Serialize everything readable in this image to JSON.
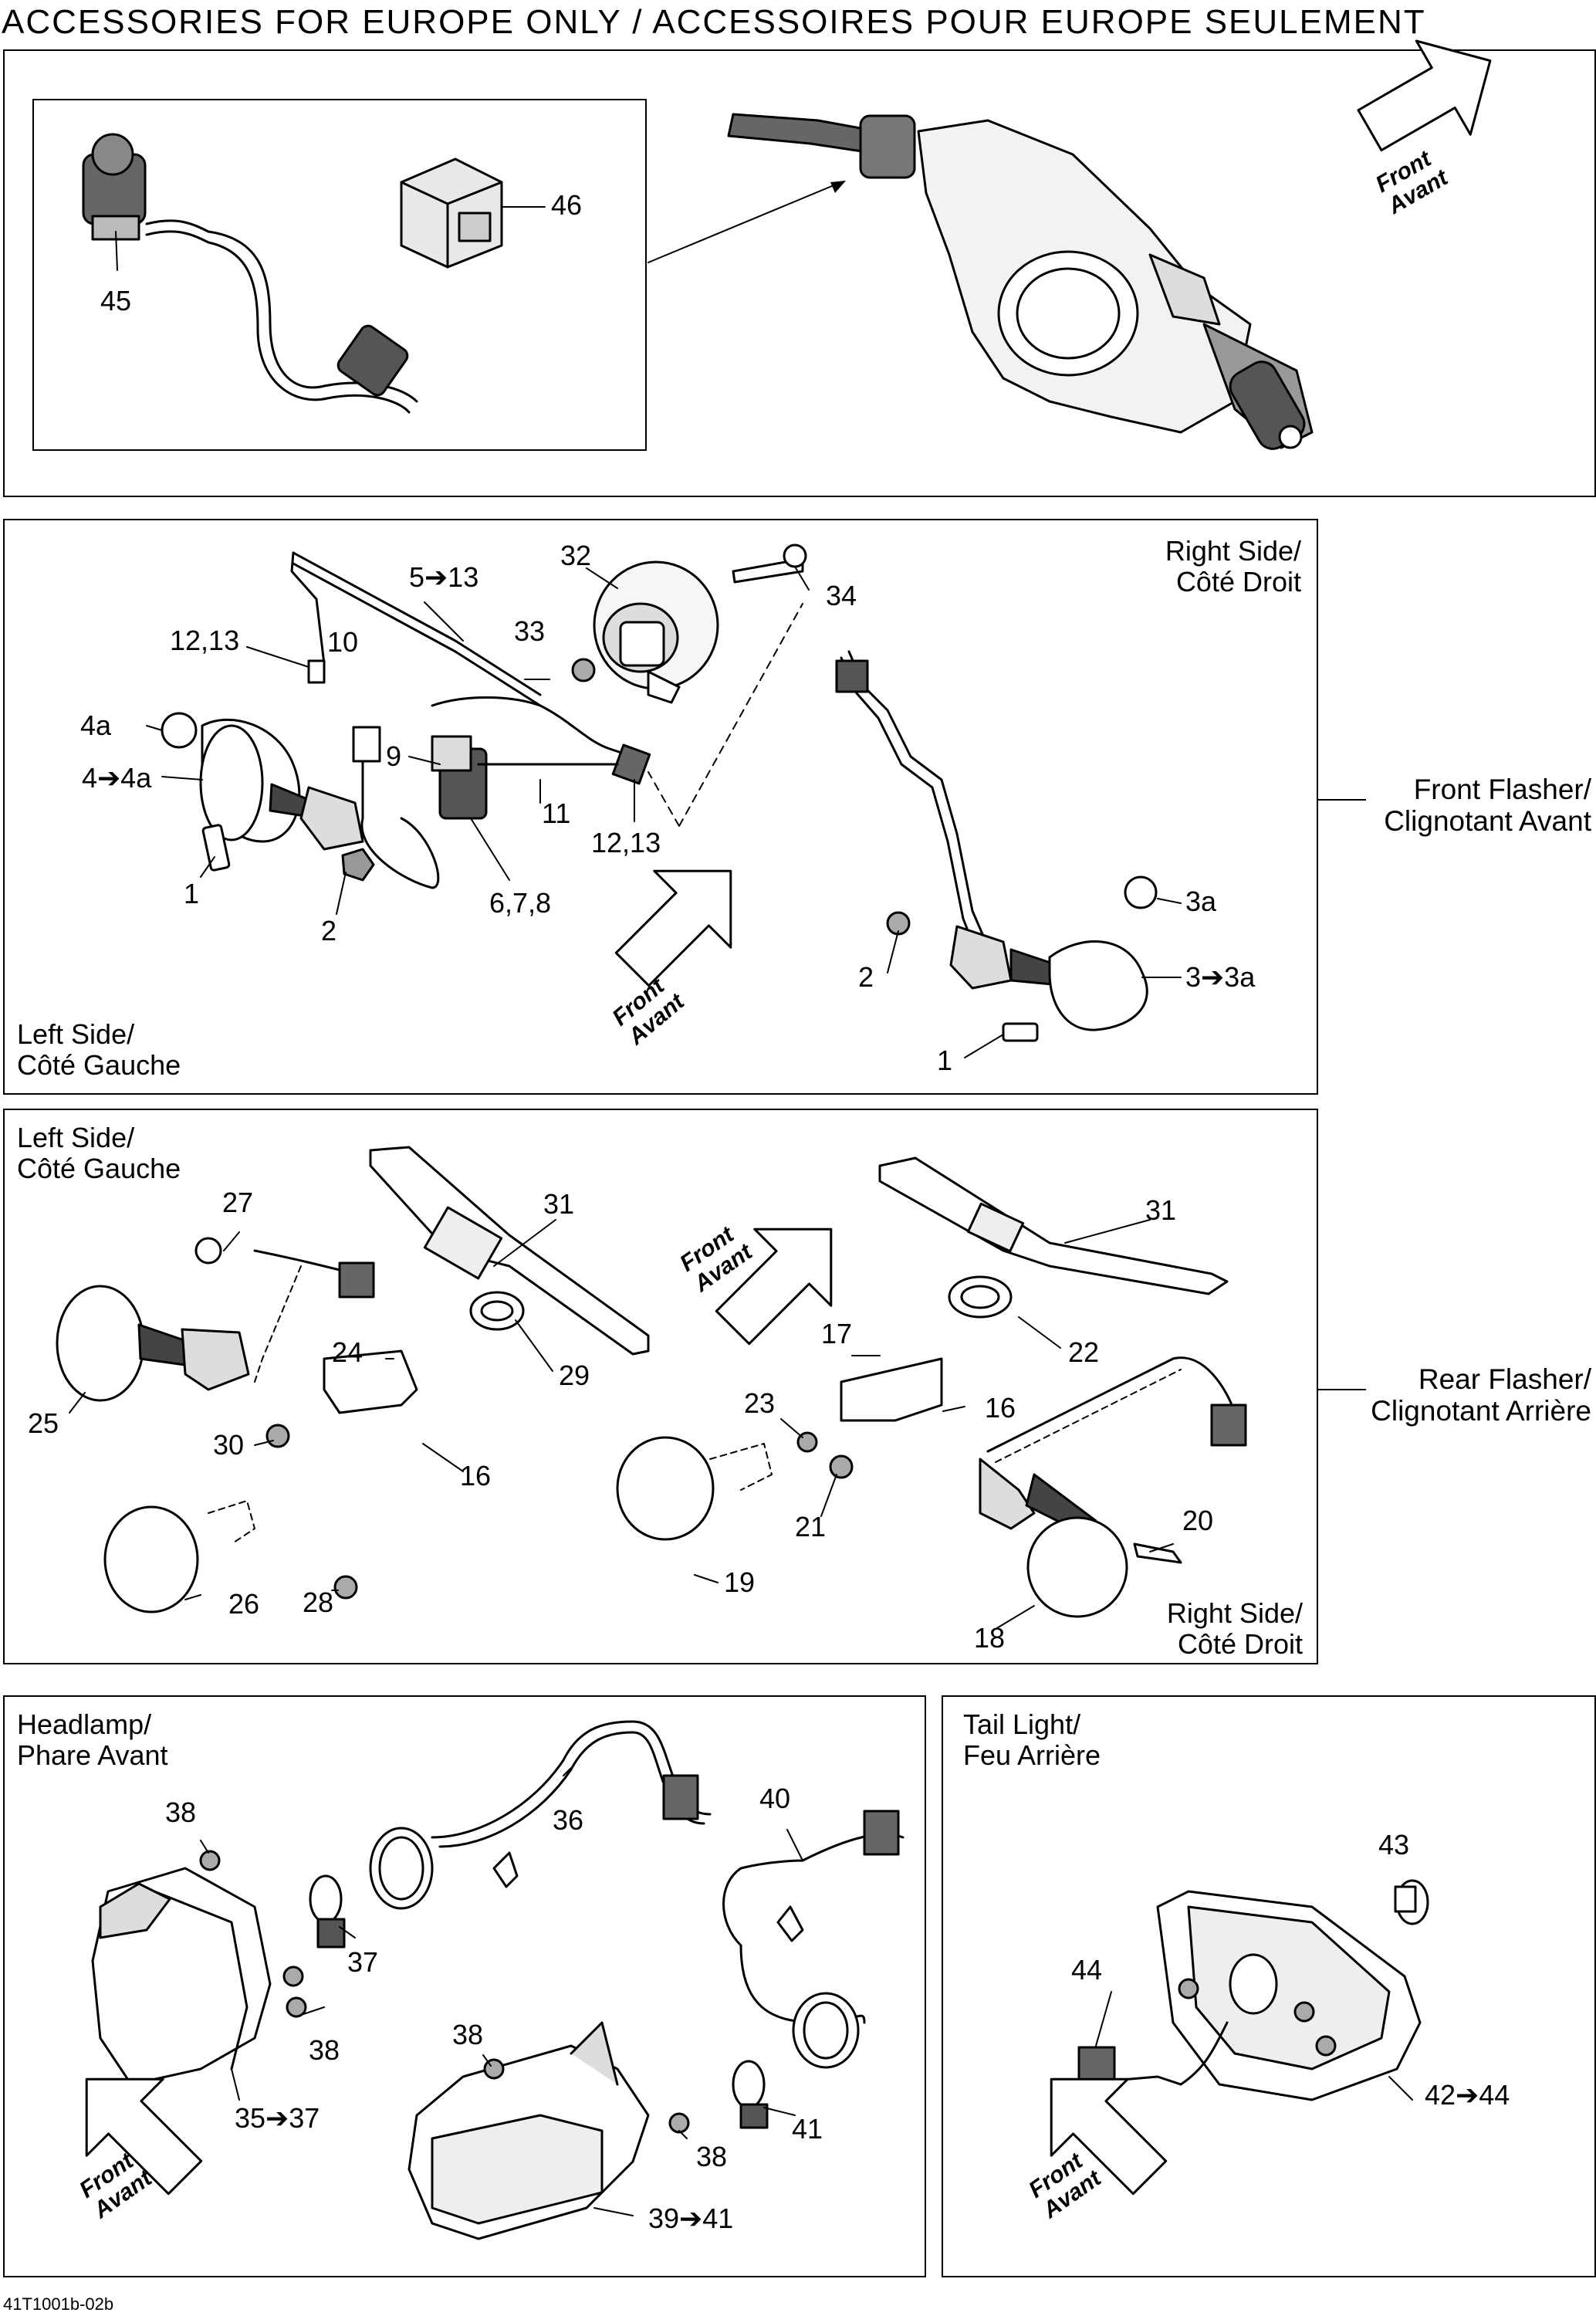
{
  "title": "ACCESSORIES FOR EUROPE ONLY / ACCESSOIRES POUR EUROPE SEULEMENT",
  "diagram_code": "41T1001b-02b",
  "front_arrow": {
    "line1": "Front",
    "line2": "Avant"
  },
  "section_top": {
    "labels": {
      "p45": "45",
      "p46": "46"
    }
  },
  "section_front_flasher": {
    "right_side": "Right Side/\nCôté Droit",
    "left_side": "Left Side/\nCôté Gauche",
    "side_label": "Front Flasher/\nClignotant Avant",
    "labels": {
      "p1a": "1",
      "p1b": "1",
      "p2a": "2",
      "p2b": "2",
      "p3": "3➔3a",
      "p3a": "3a",
      "p4": "4➔4a",
      "p4a": "4a",
      "p5": "5➔13",
      "p678": "6,7,8",
      "p9": "9",
      "p10": "10",
      "p11": "11",
      "p1213a": "12,13",
      "p1213b": "12,13",
      "p32": "32",
      "p33": "33",
      "p34": "34"
    }
  },
  "section_rear_flasher": {
    "left_side": "Left Side/\nCôté Gauche",
    "right_side": "Right Side/\nCôté Droit",
    "side_label": "Rear Flasher/\nClignotant Arrière",
    "labels": {
      "p16a": "16",
      "p16b": "16",
      "p17": "17",
      "p18": "18",
      "p19": "19",
      "p20": "20",
      "p21": "21",
      "p22": "22",
      "p23": "23",
      "p24": "24",
      "p25": "25",
      "p26": "26",
      "p27": "27",
      "p28": "28",
      "p29": "29",
      "p30": "30",
      "p31a": "31",
      "p31b": "31"
    }
  },
  "section_headlamp": {
    "header": "Headlamp/\nPhare Avant",
    "labels": {
      "p35": "35➔37",
      "p36": "36",
      "p37": "37",
      "p38a": "38",
      "p38b": "38",
      "p38c": "38",
      "p38d": "38",
      "p39": "39➔41",
      "p40": "40",
      "p41": "41"
    }
  },
  "section_tail_light": {
    "header": "Tail Light/\nFeu Arrière",
    "labels": {
      "p42": "42➔44",
      "p43": "43",
      "p44": "44"
    }
  }
}
